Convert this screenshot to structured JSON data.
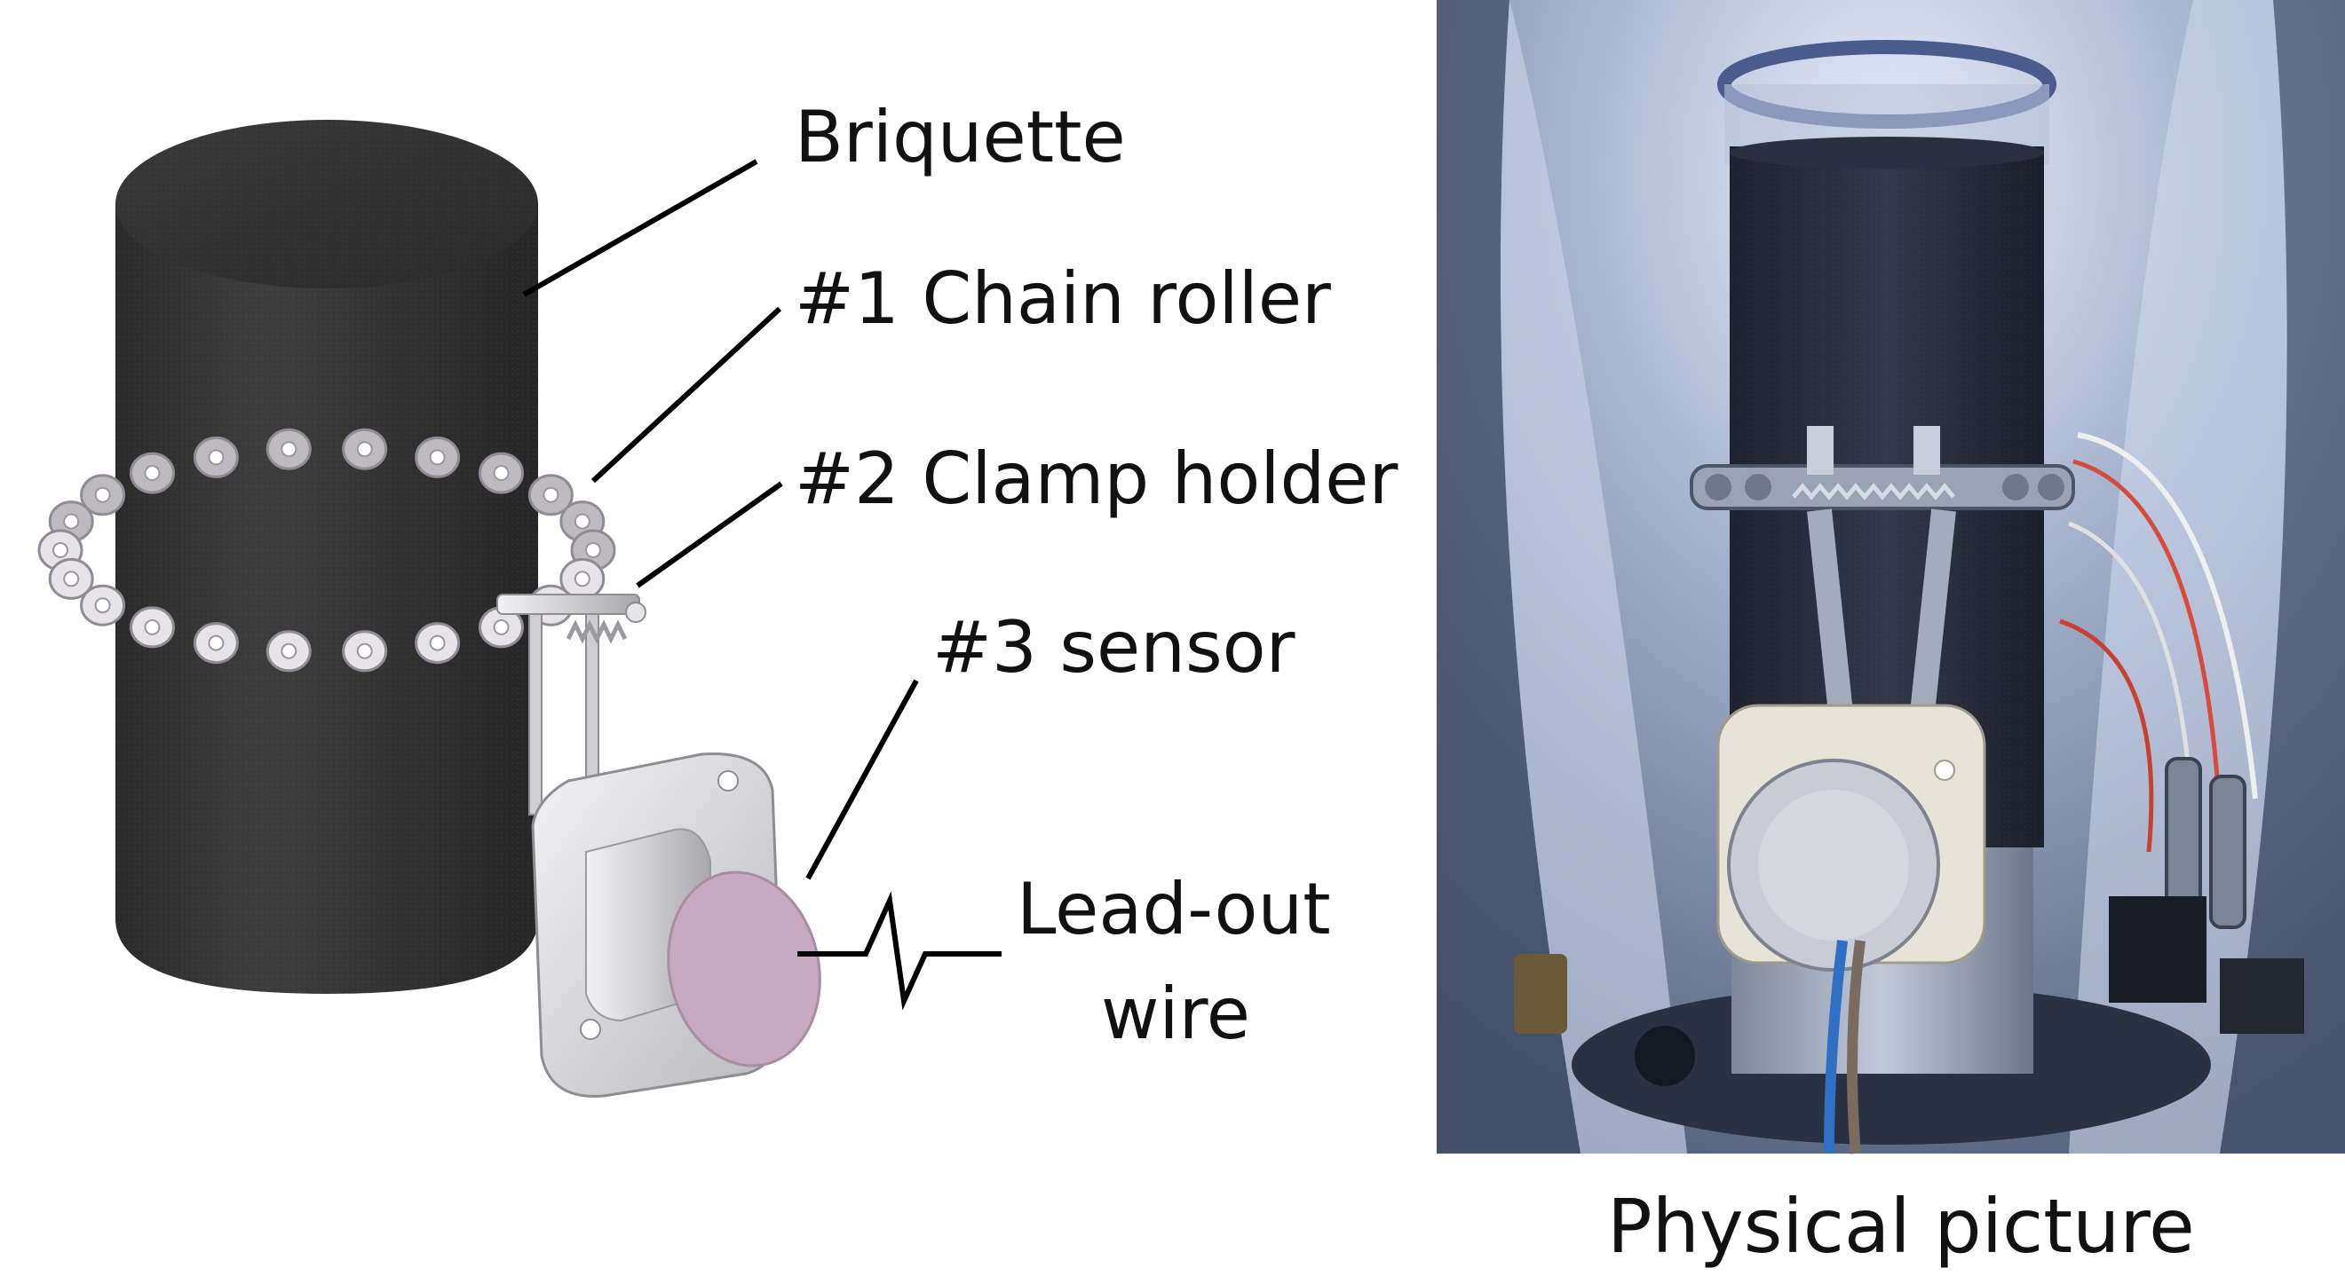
{
  "labels": {
    "briquette": "Briquette",
    "chain_roller": "#1 Chain roller",
    "clamp_holder": "#2 Clamp holder",
    "sensor": "#3  sensor",
    "lead_out_line1": "Lead-out",
    "lead_out_line2": "wire",
    "photo_caption": "Physical picture"
  },
  "colors": {
    "briquette": "#333333",
    "chain": "#d8d6d8",
    "sensor_face": "#c8a9c2",
    "flange": "#d4d4d6",
    "leader_line": "#000000",
    "photo_background": "#8a98b8"
  }
}
